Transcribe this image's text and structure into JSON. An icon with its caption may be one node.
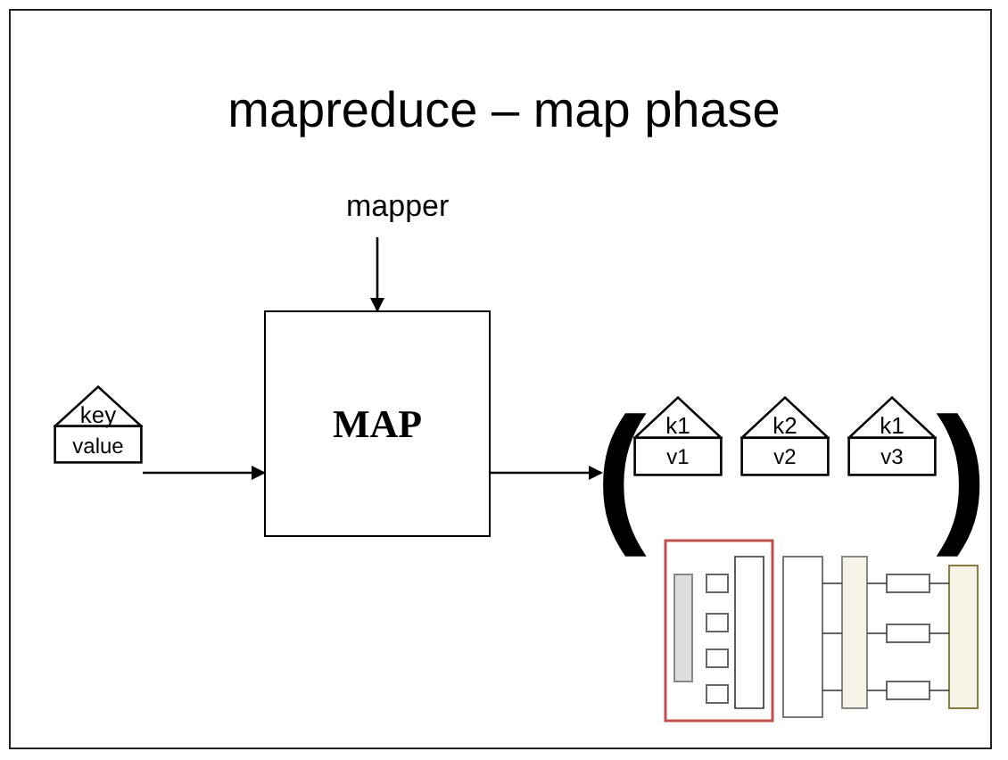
{
  "diagram": {
    "title": "mapreduce – map phase",
    "nodes": [
      {
        "text": [
          "mapper"
        ]
      },
      {
        "text": [
          "key",
          "value"
        ]
      },
      {
        "text": [
          "MAP"
        ]
      },
      {
        "text": [
          "("
        ]
      },
      {
        "text": [
          "k1",
          "v1"
        ]
      },
      {
        "text": [
          "k2",
          "v2"
        ]
      },
      {
        "text": [
          "k1",
          "v3"
        ]
      },
      {
        "text": [
          ")"
        ]
      }
    ],
    "edges": [
      {
        "from": 0,
        "to": 2,
        "arrow": "to"
      },
      {
        "from": 1,
        "to": 2,
        "arrow": "to"
      },
      {
        "from": 2,
        "to": 3,
        "arrow": "to"
      }
    ]
  }
}
